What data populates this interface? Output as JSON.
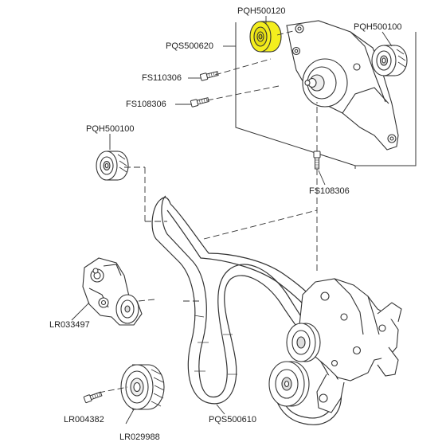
{
  "diagram": {
    "highlight_color": "#f4ee1e",
    "line_color": "#333333",
    "parts": [
      {
        "id": "pqh500120",
        "label": "PQH500120",
        "kind": "idler-pulley",
        "highlighted": true
      },
      {
        "id": "pqs500620",
        "label": "PQS500620",
        "kind": "tensioner-bracket"
      },
      {
        "id": "pqh500100-top",
        "label": "PQH500100",
        "kind": "idler-pulley"
      },
      {
        "id": "fs110306",
        "label": "FS110306",
        "kind": "bolt"
      },
      {
        "id": "fs108306-left",
        "label": "FS108306",
        "kind": "bolt"
      },
      {
        "id": "pqh500100-left",
        "label": "PQH500100",
        "kind": "idler-pulley"
      },
      {
        "id": "fs108306-right",
        "label": "FS108306",
        "kind": "bolt"
      },
      {
        "id": "lr033497",
        "label": "LR033497",
        "kind": "belt-tensioner"
      },
      {
        "id": "lr004382",
        "label": "LR004382",
        "kind": "bolt"
      },
      {
        "id": "lr029988",
        "label": "LR029988",
        "kind": "crank-pulley"
      },
      {
        "id": "pqs500610",
        "label": "PQS500610",
        "kind": "drive-belt"
      }
    ]
  }
}
